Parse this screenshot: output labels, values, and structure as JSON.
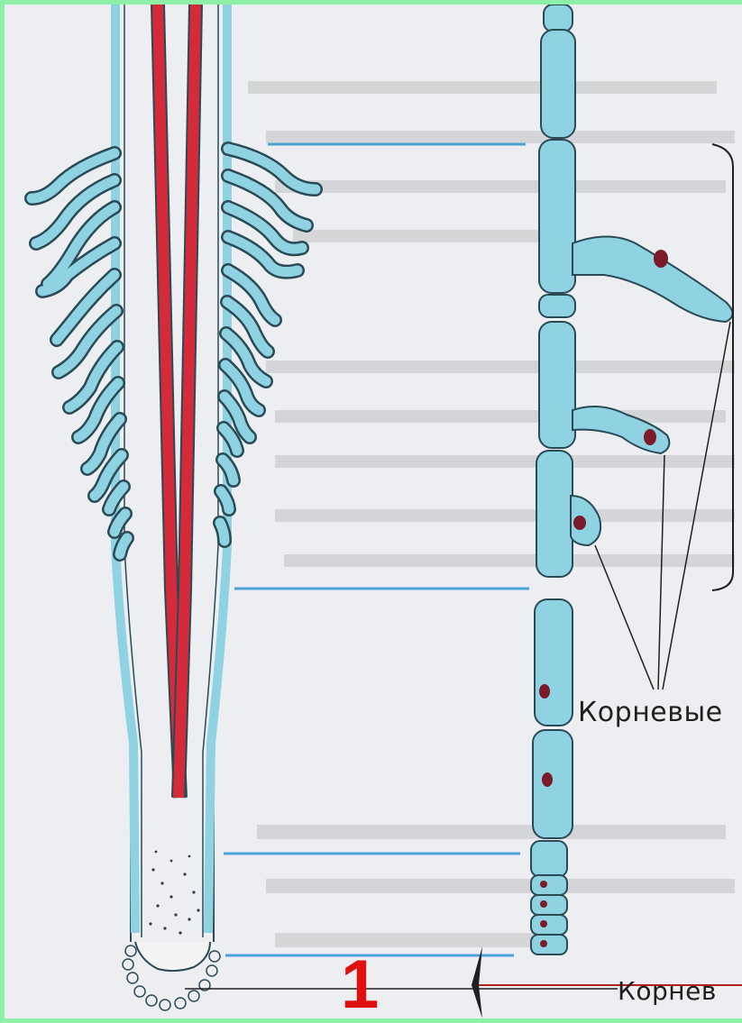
{
  "labels": {
    "root_hairs": "Корневые",
    "root_cap": "Корнев"
  },
  "marker": {
    "number": "1"
  },
  "colors": {
    "background": "#eceef1",
    "frame": "#8ef0a6",
    "tissue_blue": "#8fd3e2",
    "tissue_outline": "#2a4a56",
    "vascular_red": "#d42a3a",
    "pointer_lines": "#4aa3d8",
    "marker_red": "#e01010"
  }
}
